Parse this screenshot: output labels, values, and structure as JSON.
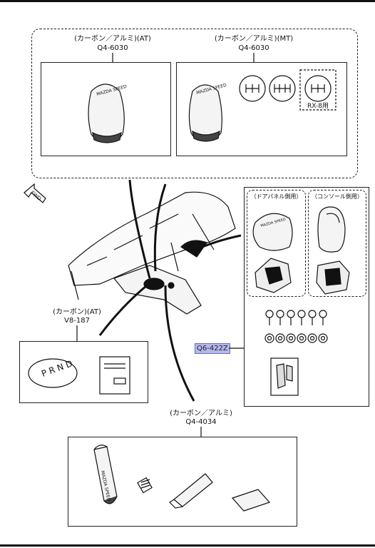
{
  "labels": {
    "at_knob_variant": "(カーボン／アルミ)(AT)",
    "at_knob_part": "Q4-6030",
    "mt_knob_variant": "(カーボン／アルミ)(MT)",
    "mt_knob_part": "Q4-6030",
    "rx8_label": "RX-8用",
    "fwd_label": "FWD",
    "door_panel_label": "（ドアパネル側用）",
    "console_label": "（コンソール側用）",
    "indicator_variant": "(カーボン)(AT)",
    "indicator_part": "V8-187",
    "callout_part": "Q6-422Z",
    "bottom_variant": "(カーボン／アルミ)",
    "bottom_part": "Q4-4034"
  },
  "colors": {
    "line": "#111111",
    "callout_bg": "#b6b8e8"
  },
  "icons": {
    "fwd": "fwd-arrow-icon"
  }
}
